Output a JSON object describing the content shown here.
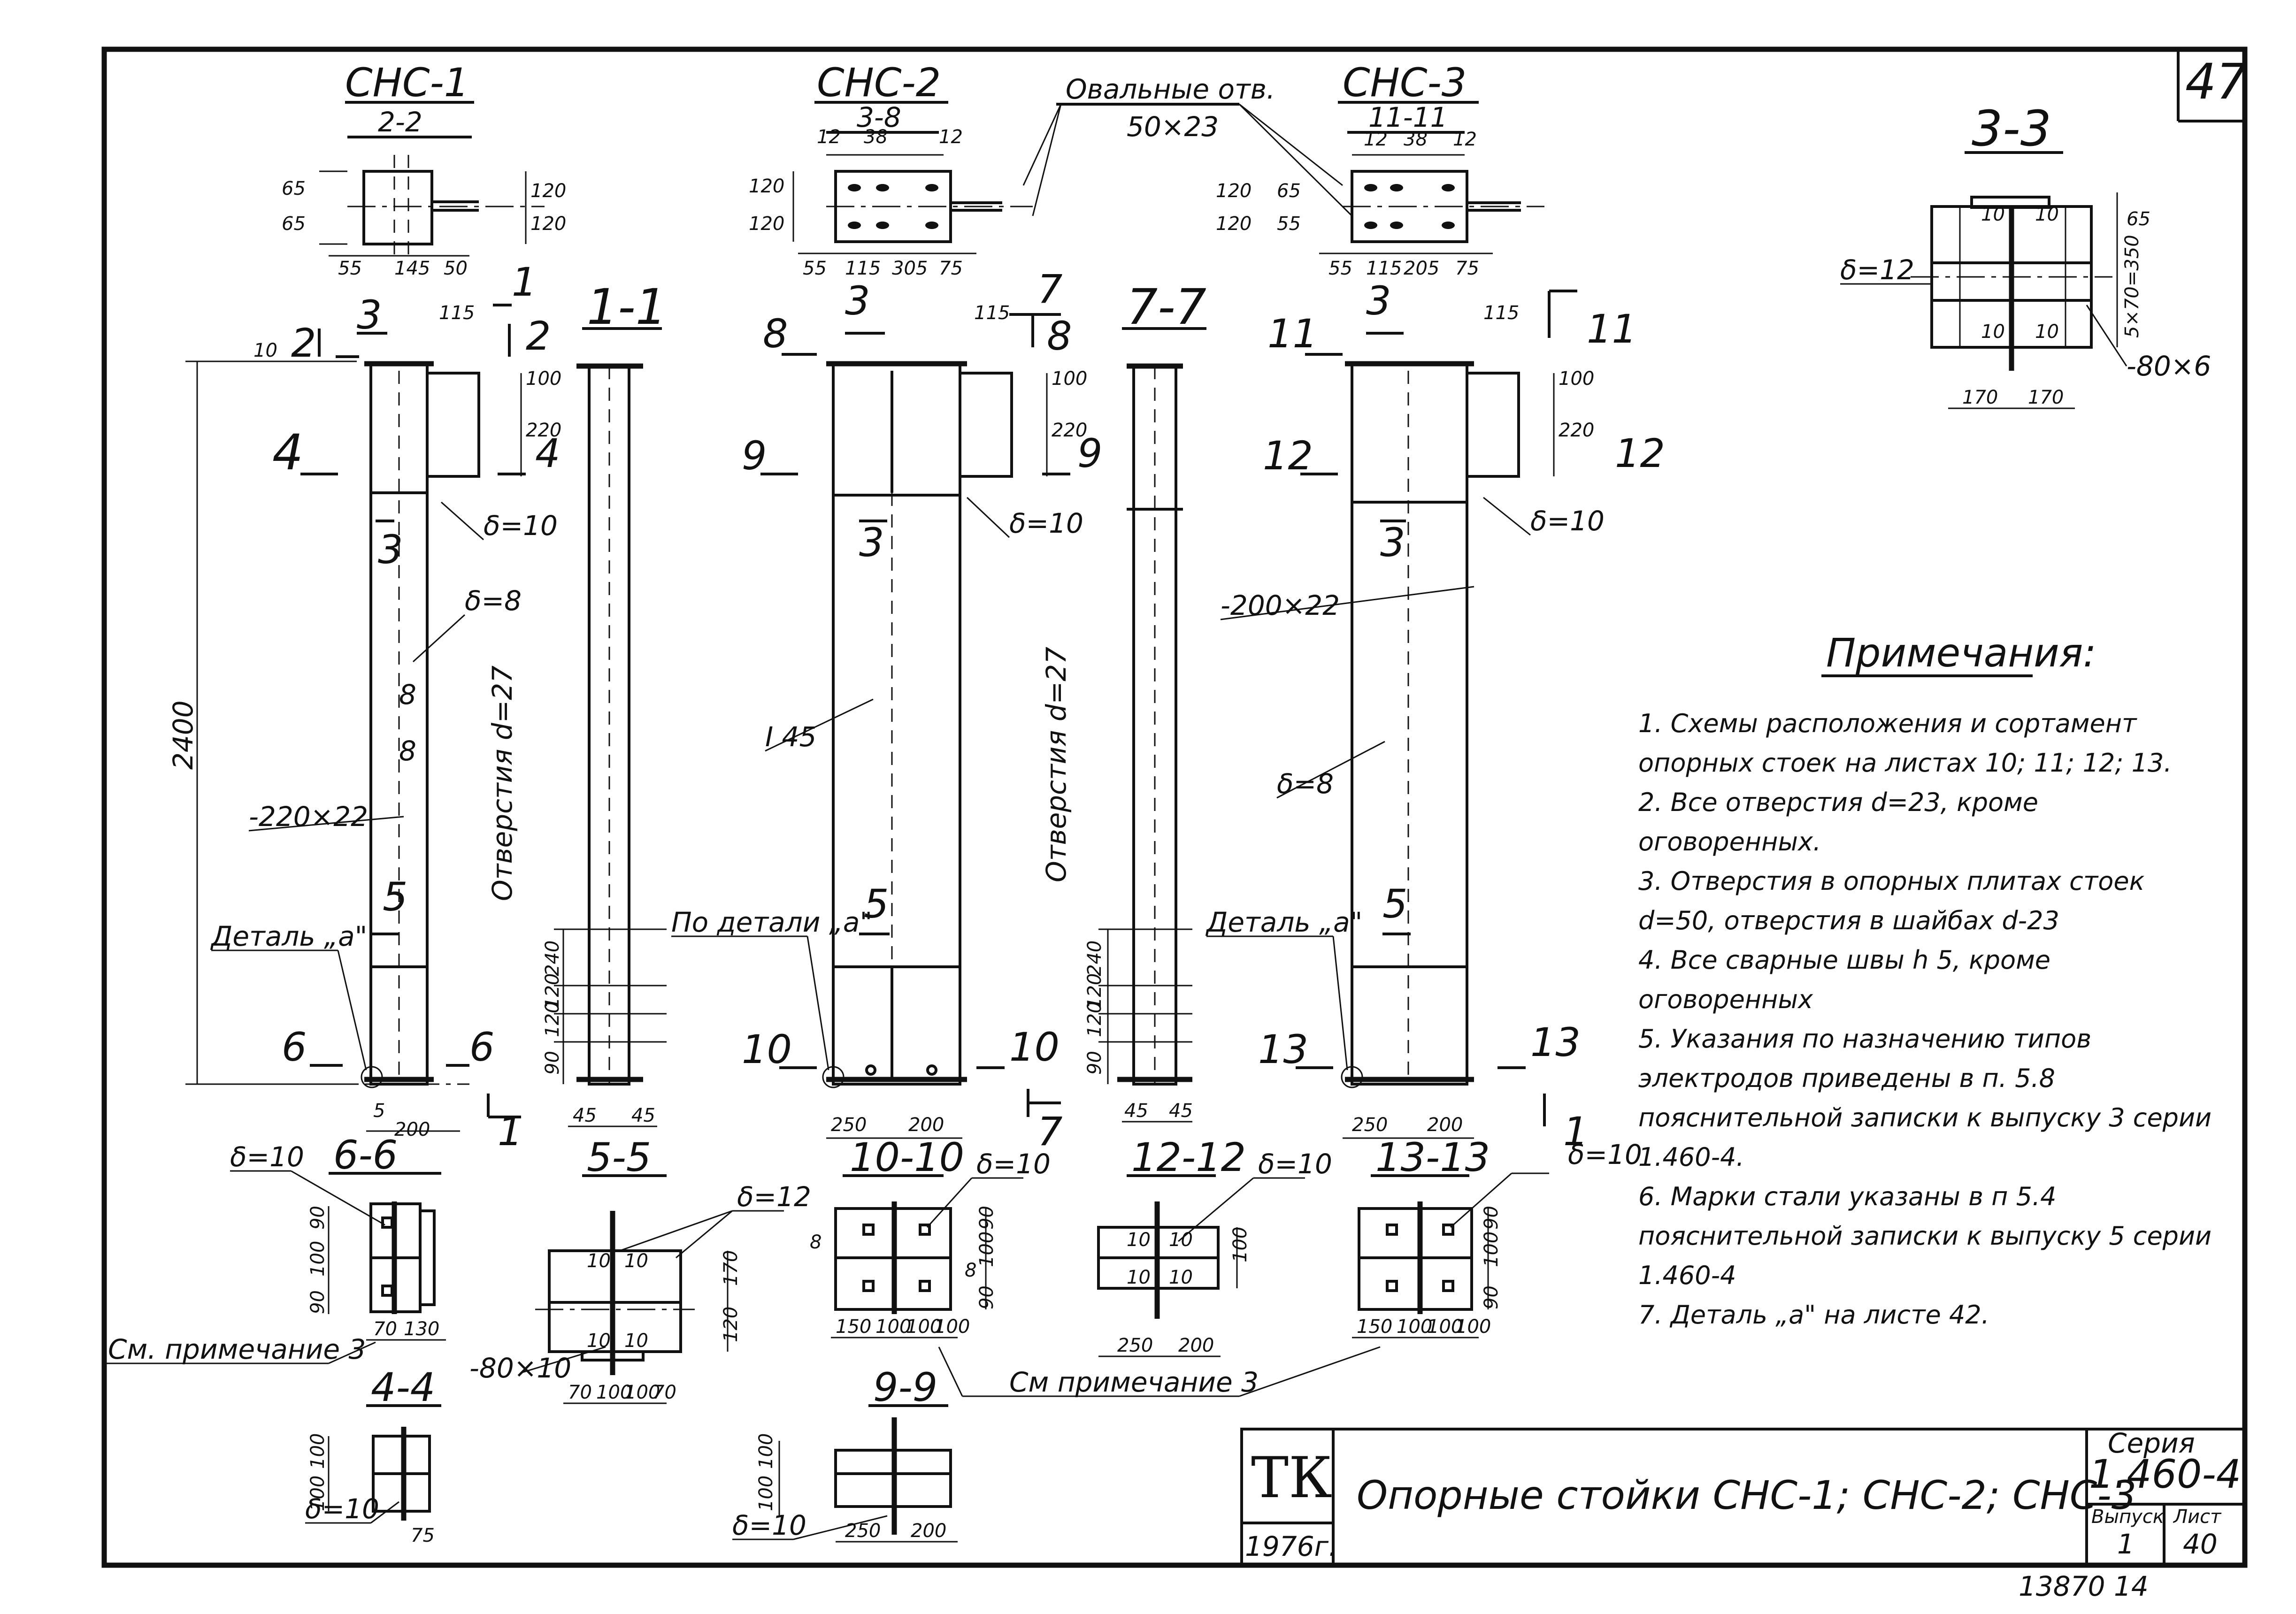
{
  "sheet": {
    "number": "47",
    "footer_note": "13870   14"
  },
  "title_block": {
    "logo": "ТК",
    "year": "1976г.",
    "title": "Опорные стойки СНС-1; СНС-2; СНС-3",
    "series_label": "Серия",
    "series_value": "1.460-4",
    "issue_label": "Выпуск",
    "issue_value": "1",
    "sheet_label": "Лист",
    "sheet_value": "40"
  },
  "notes": {
    "heading": "Примечания:",
    "items": [
      "1. Схемы расположения и сортамент опорных стоек на листах 10; 11; 12; 13.",
      "2. Все отверстия d=23, кроме оговоренных.",
      "3. Отверстия в опорных плитах стоек d=50, отверстия в шайбах d-23",
      "4. Все сварные швы h 5, кроме оговоренных",
      "5. Указания по назначению типов электродов приведены в п. 5.8 пояснительной записки к выпуску 3 серии 1.460-4.",
      "6. Марки стали указаны в п 5.4 пояснительной записки к выпуску 5 серии 1.460-4",
      "7. Деталь „а\" на листе 42."
    ]
  },
  "columns": [
    {
      "mark": "СНС-1",
      "plan_section": "2-2",
      "detail_label": "Деталь „а\"",
      "web_plate": "-220×22",
      "stiffener": "δ=8",
      "plate": "δ=10"
    },
    {
      "mark": "СНС-2",
      "plan_section": "3-8",
      "detail_label": "По детали „а\"",
      "profile": "I 45",
      "plate": "δ=10"
    },
    {
      "mark": "СНС-3",
      "plan_section": "11-11",
      "detail_label": "Деталь „а\"",
      "web_plate": "-200×22",
      "stiffener": "δ=8",
      "plate": "δ=10"
    }
  ],
  "side_views": [
    {
      "section": "1-1",
      "holes_label": "Отверстия d=27"
    },
    {
      "section": "7-7",
      "holes_label": "Отверстия d=27"
    }
  ],
  "slot_label": {
    "line1": "Овальные отв.",
    "line2": "50×23"
  },
  "section_3_3": {
    "title": "3-3",
    "plate": "δ=12",
    "bolt_pattern": "5×70=350",
    "strip": "-80×6"
  },
  "cross_sections": [
    {
      "title": "6-6",
      "plate": "δ=10"
    },
    {
      "title": "5-5",
      "plate": "δ=12",
      "strip": "-80×10"
    },
    {
      "title": "10-10",
      "plate": "δ=10"
    },
    {
      "title": "12-12",
      "plate": "δ=10"
    },
    {
      "title": "13-13",
      "plate": "δ=10"
    },
    {
      "title": "4-4",
      "plate": "δ=10"
    },
    {
      "title": "9-9",
      "plate": "δ=10"
    }
  ],
  "cross_refs": [
    "См. примечание 3",
    "См примечание 3"
  ],
  "dims": {
    "height": "2400",
    "top": "10",
    "offset_115": "115",
    "plate_220": "220",
    "plate_100": "100",
    "plate_120": "120",
    "plate_65": "65",
    "plate_55": "55",
    "plate_145": "145",
    "plate_50": "50",
    "plate_305": "305",
    "plate_75": "75",
    "plate_115": "115",
    "plate_205": "205",
    "plate_12": "12",
    "plate_38": "38",
    "base_200": "200",
    "base_250": "250",
    "base_5": "5",
    "base_45": "45",
    "vert_240": "240",
    "vert_90": "90",
    "s33_170": "170",
    "s33_65": "65",
    "s_150": "150",
    "s_70": "70",
    "s_130": "130",
    "s_10": "10",
    "s_8": "8"
  },
  "markers": [
    "1",
    "2",
    "3",
    "4",
    "5",
    "6",
    "7",
    "8",
    "9",
    "10",
    "11",
    "12",
    "13"
  ]
}
